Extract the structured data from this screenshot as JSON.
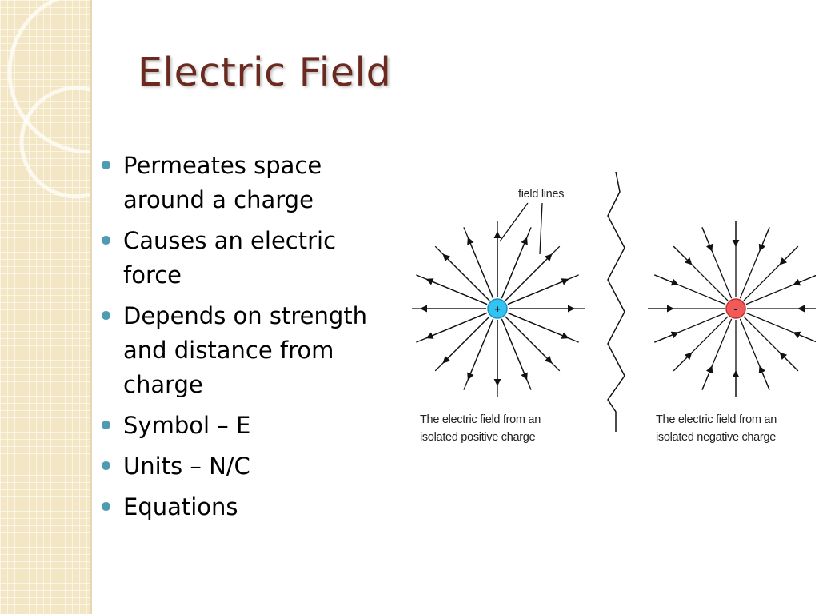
{
  "slide": {
    "title": "Electric Field",
    "bullets": [
      "Permeates space around a charge",
      "Causes an electric force",
      "Depends on strength and distance from charge",
      "Symbol – E",
      "Units – N/C",
      "Equations"
    ]
  },
  "figure": {
    "field_lines_label": "field lines",
    "positive": {
      "sign": "+",
      "caption_line1": "The electric field from an",
      "caption_line2": "isolated positive charge",
      "color": "#33c3f3"
    },
    "negative": {
      "sign": "-",
      "caption_line1": "The electric field from an",
      "caption_line2": "isolated negative charge",
      "color": "#f25a5a"
    }
  },
  "colors": {
    "title": "#6b2a20",
    "bullet": "#4f9bb2",
    "sidebar": "#f3e6c5"
  }
}
